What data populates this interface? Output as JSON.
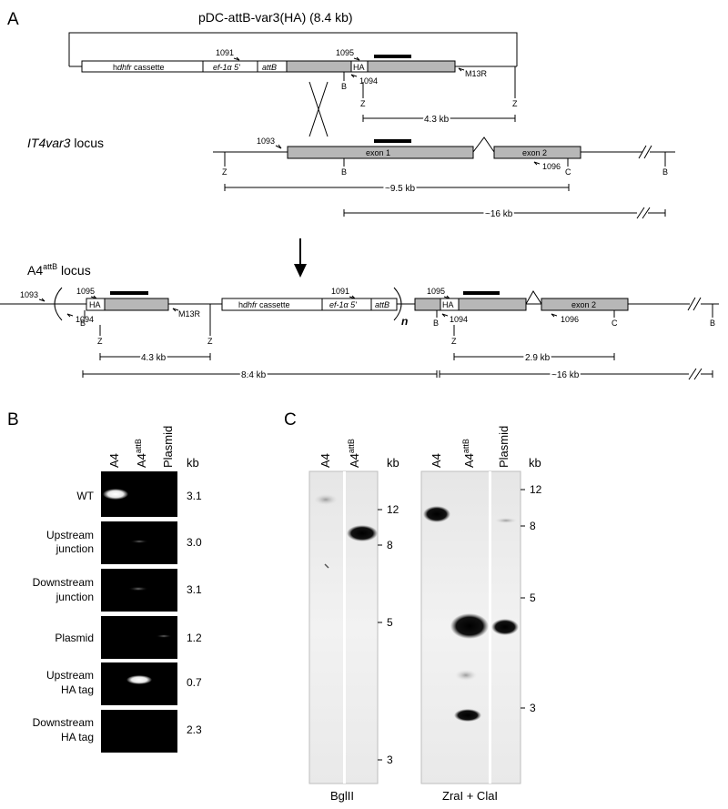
{
  "panel_labels": {
    "a": "A",
    "b": "B",
    "c": "C"
  },
  "plasmid": {
    "title": "pDC-attB-var3(HA) (8.4 kb)",
    "hdhfr_prefix": "h",
    "hdhfr_italic": "dhfr",
    "hdhfr_suffix": " cassette",
    "ef1a": "ef-1α 5'",
    "attB": "attB",
    "ha": "HA",
    "primer_1091": "1091",
    "primer_1095": "1095",
    "primer_1094": "1094",
    "primer_m13r": "M13R",
    "site_b": "B",
    "site_z": "Z",
    "dist": "4.3 kb"
  },
  "locus": {
    "title_italic": "IT4var3",
    "title_rest": " locus",
    "primer_1093": "1093",
    "exon1": "exon 1",
    "exon2": "exon 2",
    "primer_1096": "1096",
    "site_z": "Z",
    "site_b": "B",
    "site_c": "C",
    "site_b2": "B",
    "dist_9_5": "~9.5 kb",
    "dist_16": "~16 kb"
  },
  "a4attb": {
    "title_main": "A4",
    "title_sup": "attB",
    "title_rest": " locus",
    "primer_1093": "1093",
    "primer_1095a": "1095",
    "primer_1094a": "1094",
    "primer_m13r": "M13R",
    "ha_a": "HA",
    "site_b_a": "B",
    "site_z_a": "Z",
    "site_z_b": "Z",
    "hdhfr_prefix": "h",
    "hdhfr_italic": "dhfr",
    "hdhfr_suffix": " cassette",
    "ef1a": "ef-1α 5'",
    "attB": "attB",
    "primer_1091": "1091",
    "n_label": "n",
    "primer_1095b": "1095",
    "primer_1094b": "1094",
    "ha_b": "HA",
    "site_b_b": "B",
    "site_z_c": "Z",
    "exon2": "exon 2",
    "primer_1096": "1096",
    "site_c": "C",
    "site_b_c": "B",
    "dist_4_3": "4.3 kb",
    "dist_2_9": "2.9 kb",
    "dist_8_4": "8.4 kb",
    "dist_16": "~16 kb"
  },
  "gel_b": {
    "col_a4": "A4",
    "col_a4attb_main": "A4",
    "col_a4attb_sup": "attB",
    "col_plasmid": "Plasmid",
    "kb_header": "kb",
    "rows": [
      {
        "label1": "WT",
        "label2": "",
        "size": "3.1"
      },
      {
        "label1": "Upstream",
        "label2": "junction",
        "size": "3.0"
      },
      {
        "label1": "Downstream",
        "label2": "junction",
        "size": "3.1"
      },
      {
        "label1": "Plasmid",
        "label2": "",
        "size": "1.2"
      },
      {
        "label1": "Upstream",
        "label2": "HA tag",
        "size": "0.7"
      },
      {
        "label1": "Downstream",
        "label2": "HA tag",
        "size": "2.3"
      }
    ]
  },
  "blot_c1": {
    "col_a4": "A4",
    "col_a4attb_main": "A4",
    "col_a4attb_sup": "attB",
    "kb_header": "kb",
    "markers": [
      "12",
      "8",
      "5",
      "3"
    ],
    "enzyme": "BglII"
  },
  "blot_c2": {
    "col_a4": "A4",
    "col_a4attb_main": "A4",
    "col_a4attb_sup": "attB",
    "col_plasmid": "Plasmid",
    "kb_header": "kb",
    "markers": [
      "12",
      "8",
      "5",
      "3"
    ],
    "enzyme": "ZraI + ClaI"
  },
  "colors": {
    "feature_gray": "#b7b7b7",
    "gel_black": "#000000",
    "blot_bg": "#f2f2f2"
  }
}
